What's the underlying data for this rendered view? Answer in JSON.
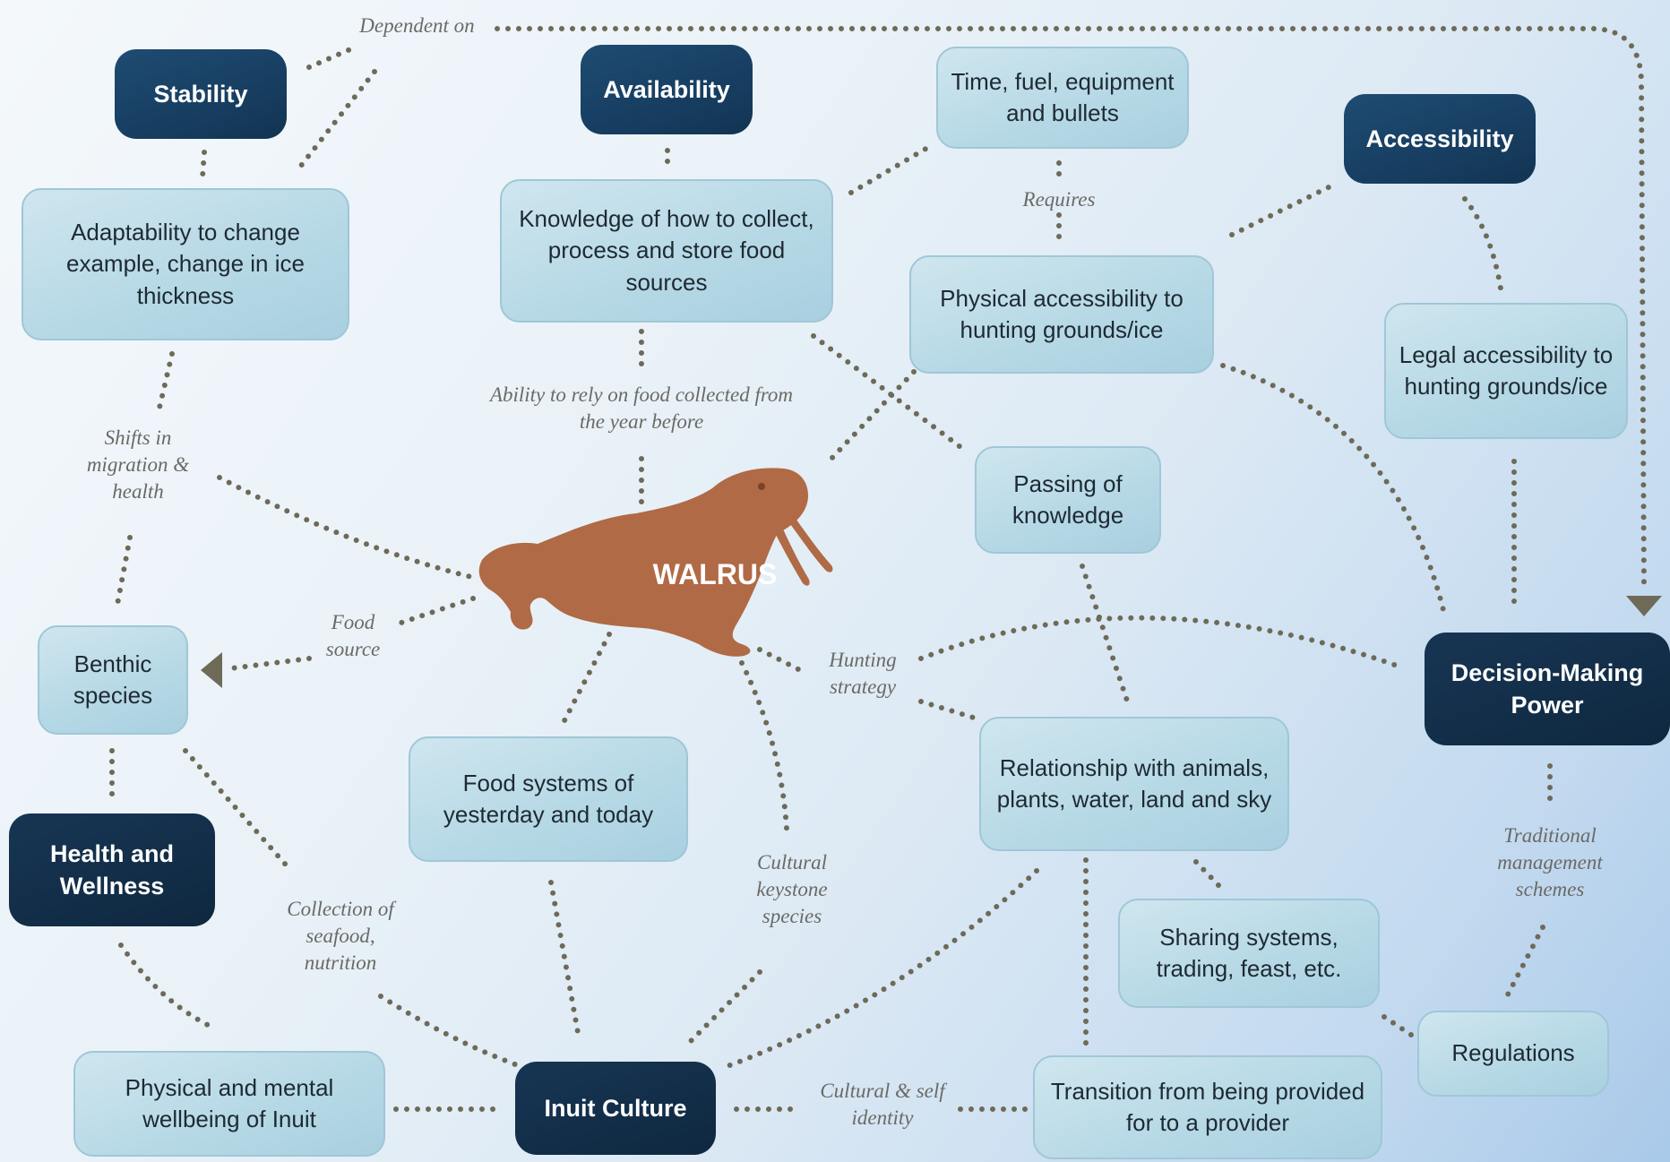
{
  "nodes": {
    "stability": "Stability",
    "availability": "Availability",
    "time_fuel": "Time, fuel, equipment and bullets",
    "accessibility": "Accessibility",
    "adaptability": "Adaptability to change example, change in ice thickness",
    "knowledge": "Knowledge of how to collect, process and store food sources",
    "physical_access": "Physical accessibility to hunting grounds/ice",
    "legal_access": "Legal accessibility to hunting grounds/ice",
    "passing": "Passing of knowledge",
    "walrus": "WALRUS",
    "benthic": "Benthic species",
    "decision": "Decision-Making Power",
    "health": "Health and Wellness",
    "food_systems": "Food systems of yesterday and today",
    "relationship": "Relationship with animals, plants, water, land and sky",
    "sharing": "Sharing systems, trading, feast, etc.",
    "regulations": "Regulations",
    "wellbeing": "Physical and mental wellbeing of Inuit",
    "inuit_culture": "Inuit Culture",
    "transition": "Transition from being provided for to a provider"
  },
  "labels": {
    "dependent_on": "Dependent on",
    "requires": "Requires",
    "ability_rely": "Ability to rely on food collected from the year before",
    "shifts": "Shifts in migration & health",
    "food_source": "Food source",
    "hunting_strategy": "Hunting strategy",
    "cultural_keystone": "Cultural keystone species",
    "collection": "Collection of seafood, nutrition",
    "traditional": "Traditional management schemes",
    "cultural_identity": "Cultural & self identity"
  },
  "colors": {
    "light_box": "#b7d9e6",
    "dark_box": "#173e61",
    "darker_box": "#0f2840",
    "walrus": "#b06a45",
    "connector": "#6e6a58"
  }
}
